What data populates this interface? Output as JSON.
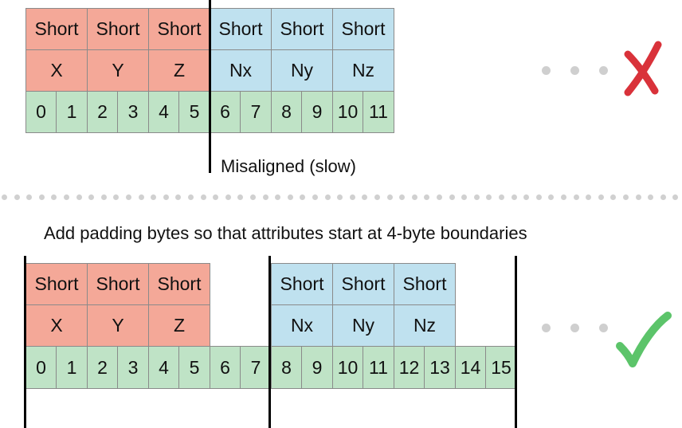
{
  "top_layout": {
    "attribute_type_labels": [
      "Short",
      "Short",
      "Short",
      "Short",
      "Short",
      "Short"
    ],
    "attribute_names": [
      "X",
      "Y",
      "Z",
      "Nx",
      "Ny",
      "Nz"
    ],
    "byte_indices": [
      "0",
      "1",
      "2",
      "3",
      "4",
      "5",
      "6",
      "7",
      "8",
      "9",
      "10",
      "11"
    ],
    "note": "Misaligned (slow)",
    "status_mark": "✗"
  },
  "caption": "Add padding bytes so that attributes start at 4-byte boundaries",
  "bottom_layout": {
    "attribute_type_labels": [
      "Short",
      "Short",
      "Short",
      "Short",
      "Short",
      "Short"
    ],
    "attribute_names": [
      "X",
      "Y",
      "Z",
      "Nx",
      "Ny",
      "Nz"
    ],
    "byte_indices": [
      "0",
      "1",
      "2",
      "3",
      "4",
      "5",
      "6",
      "7",
      "8",
      "9",
      "10",
      "11",
      "12",
      "13",
      "14",
      "15"
    ],
    "status_mark": "✓"
  },
  "colors": {
    "position_attribute": "#f4a898",
    "normal_attribute": "#bfe1ef",
    "byte_row": "#bfe3c6",
    "misaligned_mark": "#d9323a",
    "aligned_mark": "#5cc46a"
  }
}
